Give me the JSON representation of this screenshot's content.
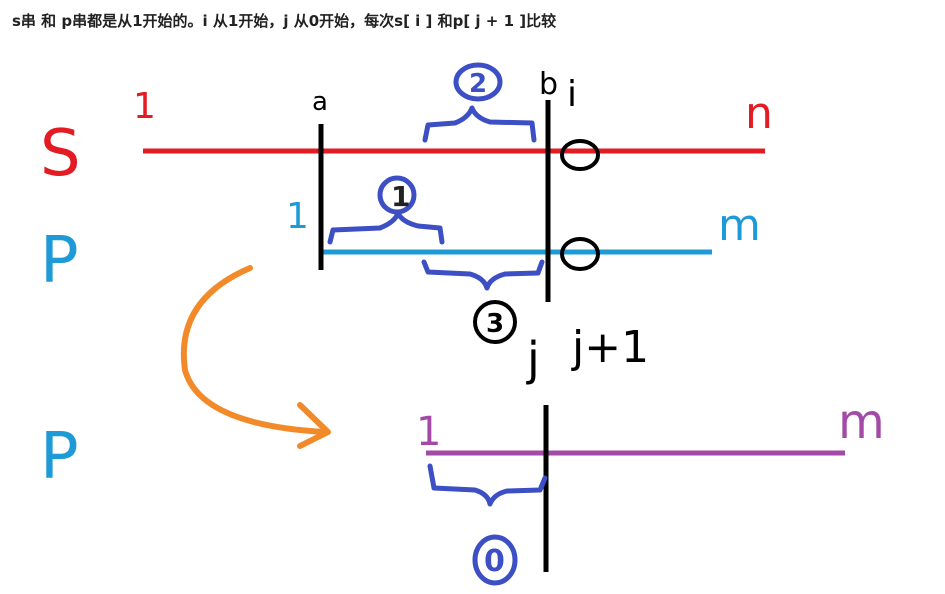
{
  "caption": "s串 和 p串都是从1开始的。i 从1开始，j 从0开始，每次s[ i ] 和p[ j + 1 ]比较",
  "labels": {
    "s_row": "S",
    "p_row": "P",
    "p_row_shifted": "P",
    "one_s": "1",
    "one_p": "1",
    "one_p_shifted": "1",
    "n": "n",
    "m_p": "m",
    "m_p_shifted": "m",
    "a": "a",
    "b": "b",
    "i": "i",
    "j": "j",
    "j_plus_1": "j+1",
    "step1": "1",
    "step2": "2",
    "step3": "3",
    "step0": "0"
  },
  "colors": {
    "s_line": "#e31b23",
    "p_line": "#1e9ad6",
    "p_shift_line": "#a34aa8",
    "arrow": "#f28a2a",
    "brace": "#3c4fc4",
    "ink": "#000000"
  }
}
